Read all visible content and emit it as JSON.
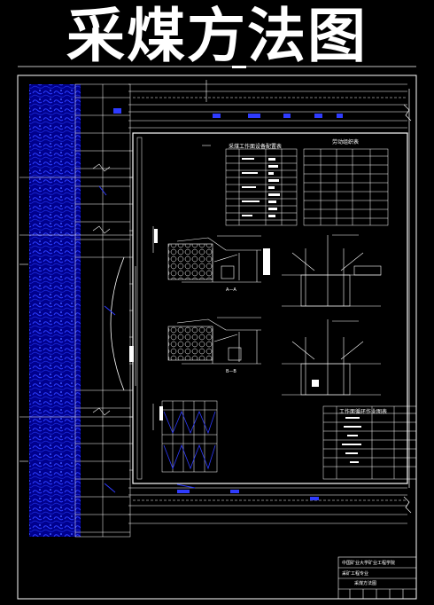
{
  "drawing": {
    "title": "采煤方法图"
  },
  "tables": {
    "equipment_title": "采煤工作面设备配置表",
    "personnel_title": "劳动组织表",
    "work_title": "工作面循环作业图表"
  },
  "sections": {
    "label_a": "A—A",
    "label_b": "B—B"
  },
  "title_block": {
    "school": "中国矿业大学矿业工程学院",
    "project": "采矿工程专业",
    "drawing_name": "采煤方法图"
  }
}
